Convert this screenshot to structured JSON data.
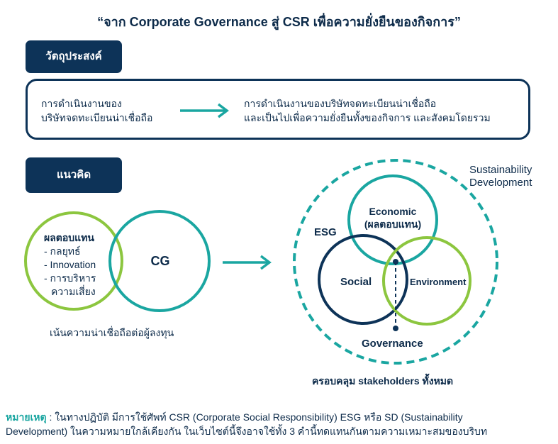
{
  "title": "“จาก Corporate Governance สู่ CSR เพื่อความยั่งยืนของกิจการ”",
  "objective": {
    "heading": "วัตถุประสงค์",
    "left_line1": "การดำเนินงานของ",
    "left_line2": "บริษัทจดทะเบียนน่าเชื่อถือ",
    "right_line1": "การดำเนินงานของบริษัทจดทะเบียนน่าเชื่อถือ",
    "right_line2": "และเป็นไปเพื่อความยั่งยืนทั้งของกิจการ และสังคมโดยรวม"
  },
  "concept": {
    "heading": "แนวคิด",
    "left": {
      "returns_title": "ผลตอบแทน",
      "returns_items": [
        "- กลยุทธ์",
        "- Innovation",
        "- การบริหาร",
        "ความเสี่ยง"
      ],
      "cg_label": "CG",
      "caption": "เน้นความน่าเชื่อถือต่อผู้ลงทุน"
    },
    "right": {
      "sd_label_line1": "Sustainability",
      "sd_label_line2": "Development",
      "esg_label": "ESG",
      "economic_line1": "Economic",
      "economic_line2": "(ผลตอบแทน)",
      "social_label": "Social",
      "environment_label": "Environment",
      "governance_label": "Governance",
      "caption": "ครอบคลุม stakeholders ทั้งหมด"
    }
  },
  "footnote": {
    "label": "หมายเหตุ",
    "line1": " : ในทางปฏิบัติ มีการใช้ศัพท์ CSR (Corporate Social Responsibility) ESG หรือ SD (Sustainability",
    "line2": "Development) ในความหมายใกล้เคียงกัน ในเว็บไซต์นี้จึงอาจใช้ทั้ง 3 คำนี้ทดแทนกันตามความเหมาะสมของบริบท"
  },
  "colors": {
    "navy": "#0d3358",
    "teal": "#1aa6a1",
    "green": "#8cc63f",
    "text": "#0d2b4a"
  }
}
